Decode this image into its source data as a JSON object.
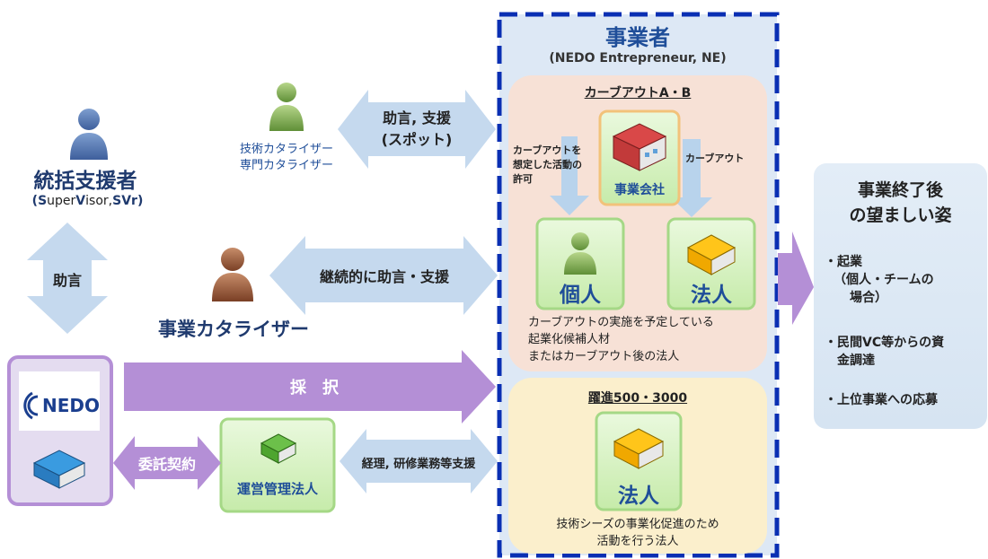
{
  "supervisor": {
    "title": "統括支援者",
    "subtitle_open": "(",
    "subtitle_s": "S",
    "subtitle_mid1": "uper",
    "subtitle_v": "V",
    "subtitle_mid2": "isor, ",
    "subtitle_abbr": "SVr",
    "subtitle_close": ")"
  },
  "tech_catalyzer": {
    "line1": "技術カタライザー",
    "line2": "専門カタライザー"
  },
  "business_catalyzer": {
    "title": "事業カタライザー"
  },
  "arrows": {
    "advice_support_spot_line1": "助言, 支援",
    "advice_support_spot_line2": "(スポット)",
    "continuous_support": "継続的に助言・支援",
    "advice": "助言",
    "adoption": "採　択",
    "commission_contract": "委託契約",
    "accounting_support": "経理, 研修業務等支援"
  },
  "nedo": {
    "logo_text": "NEDO"
  },
  "management_corp": {
    "label": "運営管理法人"
  },
  "entrepreneur": {
    "title": "事業者",
    "subtitle": "(NEDO Entrepreneur, NE)",
    "carveout": {
      "header": "カーブアウトA・B",
      "company": "事業会社",
      "left_note_line1": "カーブアウトを",
      "left_note_line2": "想定した活動の",
      "left_note_line3": "許可",
      "right_note": "カーブアウト",
      "individual": "個人",
      "corporation": "法人",
      "desc_line1": "カーブアウトの実施を予定している",
      "desc_line2": "起業化候補人材",
      "desc_line3": "またはカーブアウト後の法人"
    },
    "leap": {
      "header": "躍進500・3000",
      "corporation": "法人",
      "desc_line1": "技術シーズの事業化促進のため",
      "desc_line2": "活動を行う法人"
    }
  },
  "outcome": {
    "title_line1": "事業終了後",
    "title_line2": "の望ましい姿",
    "items": [
      {
        "line1": "・起業",
        "line2": "（個人・チームの",
        "line3": "場合）"
      },
      {
        "line1": "・民間VC等からの資",
        "line2": "金調達"
      },
      {
        "line1": "・上位事業への応募"
      }
    ]
  },
  "colors": {
    "arrow_light_blue": "#c5d9ee",
    "purple": "#b48fd6",
    "dashed_border": "#0a2fb3",
    "navy_text": "#1f3a6e",
    "carveout_bg": "#f7e1d6",
    "leap_bg": "#fbefcc",
    "green_box": "#d9f2c6"
  }
}
